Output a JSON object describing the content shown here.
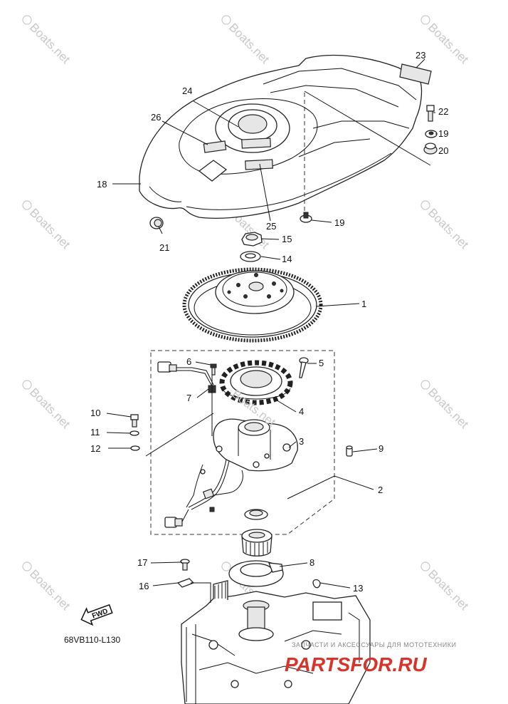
{
  "diagram": {
    "code": "68VB110-L130",
    "fwd_label": "FWD",
    "callouts": {
      "c1": "1",
      "c2": "2",
      "c3": "3",
      "c4": "4",
      "c5": "5",
      "c6": "6",
      "c7": "7",
      "c8": "8",
      "c9": "9",
      "c10": "10",
      "c11": "11",
      "c12": "12",
      "c13": "13",
      "c14": "14",
      "c15": "15",
      "c16": "16",
      "c17": "17",
      "c18": "18",
      "c19a": "19",
      "c19b": "19",
      "c20": "20",
      "c21": "21",
      "c22": "22",
      "c23": "23",
      "c24": "24",
      "c25": "25",
      "c26": "26"
    }
  },
  "watermark": {
    "text": "Boats.net",
    "overlay_text": "Boats.net"
  },
  "branding": {
    "tagline": "ЗАПЧАСТИ И АКСЕССУАРЫ ДЛЯ МОТОТЕХНИКИ",
    "site": "PARTSFOR.RU",
    "brand_color": "#d9342b"
  }
}
